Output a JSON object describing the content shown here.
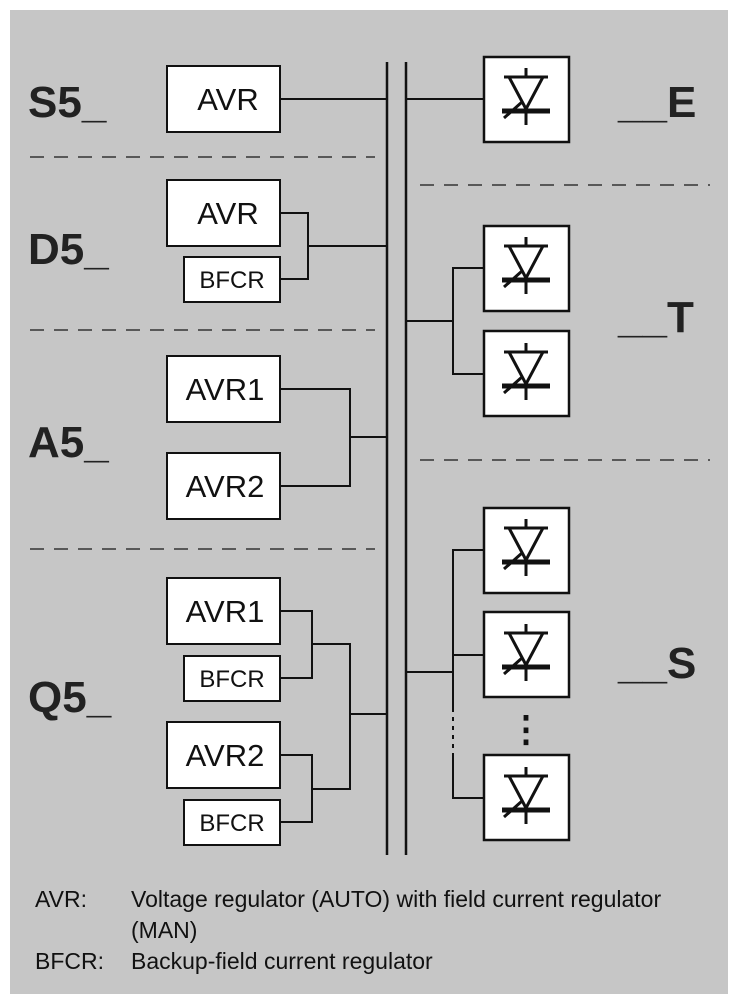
{
  "rows": {
    "s5": "S5_",
    "d5": "D5_",
    "a5": "A5_",
    "q5": "Q5_"
  },
  "right_labels": {
    "e": "__E",
    "t": "__T",
    "s": "__S"
  },
  "boxes": {
    "avr": "AVR",
    "avr1": "AVR1",
    "avr2": "AVR2",
    "bfcr": "BFCR"
  },
  "ellipsis": "⋮",
  "legend": [
    {
      "key": "AVR:",
      "value": "Voltage regulator (AUTO) with field current regulator (MAN)"
    },
    {
      "key": "BFCR:",
      "value": "Backup-field current regulator"
    }
  ],
  "colors": {
    "panel": "#c6c6c6",
    "box_fill": "#ffffff",
    "line": "#111111"
  }
}
